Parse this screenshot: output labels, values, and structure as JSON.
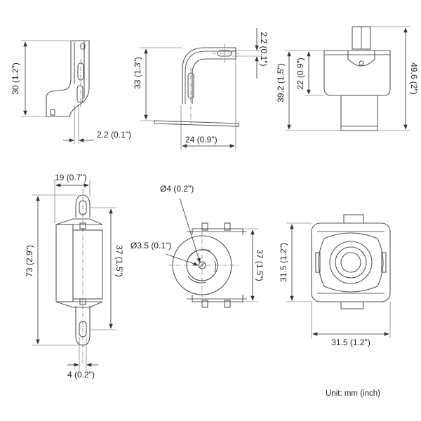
{
  "dimensions": {
    "v1_height": "30 (1.2\")",
    "v1_offset": "2.2 (0.1\")",
    "v2_height": "33 (1.3\")",
    "v2_width": "24 (0.9\")",
    "v2_slot": "2.2 (0.1\")",
    "v3_body": "22 (0.9\")",
    "v3_lower": "39.2 (1.5\")",
    "v3_total": "49.6 (2\")",
    "v4_width": "19 (0.7\")",
    "v4_total": "73 (2.9\")",
    "v4_mid": "37 (1.5\")",
    "v4_hole": "4 (0.2\")",
    "v5_d4": "Ø4 (0.2\")",
    "v5_d35": "Ø3.5 (0.1\")",
    "v5_height": "37 (1.5\")",
    "v6_height": "31.5 (1.2\")",
    "v6_width": "31.5 (1.2\")"
  },
  "unit_note": "Unit: mm (inch)"
}
